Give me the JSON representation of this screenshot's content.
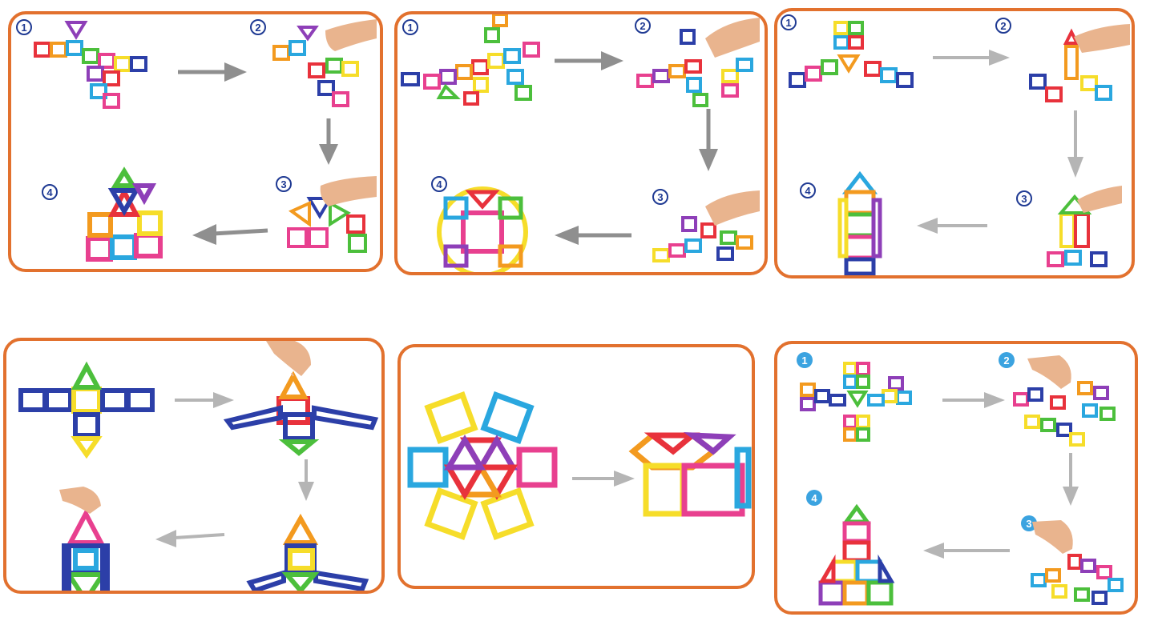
{
  "panels": [
    {
      "name": "house-build",
      "steps": [
        "1",
        "2",
        "3",
        "4"
      ],
      "step_style": "outline"
    },
    {
      "name": "ball-build",
      "steps": [
        "1",
        "2",
        "3",
        "4"
      ],
      "step_style": "outline"
    },
    {
      "name": "tower-build",
      "steps": [
        "1",
        "2",
        "3",
        "4"
      ],
      "step_style": "outline"
    },
    {
      "name": "rocket-build",
      "steps": [],
      "step_style": "none"
    },
    {
      "name": "hexagon-build",
      "steps": [],
      "step_style": "none"
    },
    {
      "name": "dome-build",
      "steps": [
        "1",
        "2",
        "3",
        "4"
      ],
      "step_style": "filled"
    }
  ],
  "colors": {
    "border": "#e2712e",
    "arrow": "#8f8f8f",
    "arrow_light": "#b5b5b5",
    "step_outline": "#1f3a93",
    "step_filled": "#3ba3e0",
    "tiles": [
      "#e8323c",
      "#f39a1f",
      "#f6dd2a",
      "#4cbf3c",
      "#2aa7df",
      "#2c3fa8",
      "#8e3fb8",
      "#e8408f"
    ]
  }
}
